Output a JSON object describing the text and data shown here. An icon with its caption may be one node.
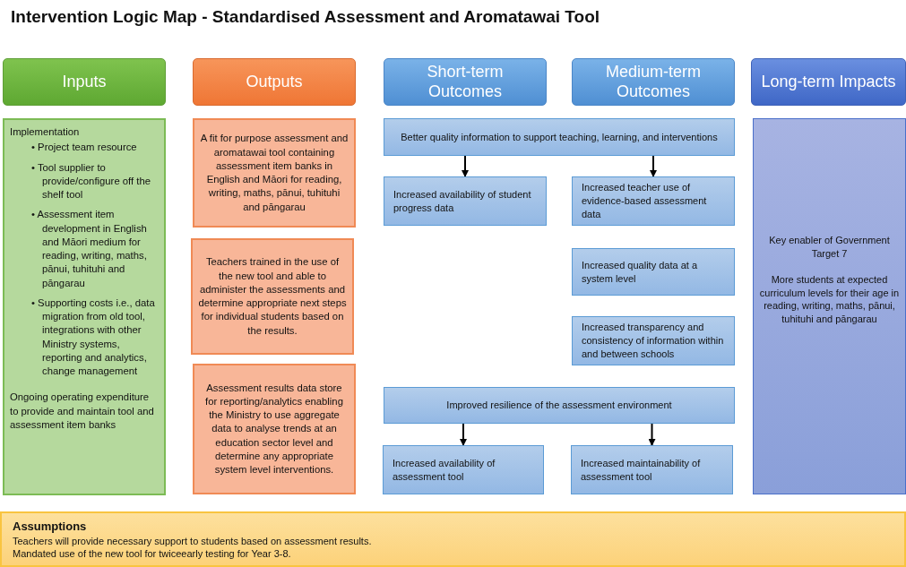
{
  "diagram": {
    "title": "Intervention Logic Map - Standardised Assessment and Aromatawai Tool",
    "nodes": [
      {
        "text": [
          "Inputs"
        ]
      },
      {
        "text": [
          "Outputs"
        ]
      },
      {
        "text": [
          "Short-term Outcomes"
        ]
      },
      {
        "text": [
          "Medium-term Outcomes"
        ]
      },
      {
        "text": [
          "Long-term Impacts"
        ]
      },
      {
        "text": [
          "Implementation",
          "• Project team resource",
          "• Tool supplier to provide/configure off the shelf tool",
          "• Assessment item development in English and Māori medium for reading, writing, maths, pānui, tuhituhi and pāngarau",
          "• Supporting costs i.e., data migration from old tool, integrations with other Ministry systems, reporting and analytics, change management",
          "Ongoing operating expenditure to provide and maintain tool and assessment item banks"
        ]
      },
      {
        "text": [
          "A fit for purpose assessment and aromatawai tool containing assessment item banks in English and Māori for reading, writing, maths, pānui, tuhituhi and pāngarau"
        ]
      },
      {
        "text": [
          "Teachers trained in the use of the new tool and able to administer the assessments and determine appropriate next steps for individual students based on the results."
        ]
      },
      {
        "text": [
          "Assessment results data store for reporting/analytics enabling the Ministry to use aggregate data to analyse trends at an education sector level and determine any appropriate system level interventions."
        ]
      },
      {
        "text": [
          "Better quality information to support teaching, learning, and interventions"
        ]
      },
      {
        "text": [
          "Increased availability of student progress data"
        ]
      },
      {
        "text": [
          "Increased teacher use of evidence-based assessment data"
        ]
      },
      {
        "text": [
          "Increased quality data at a system level"
        ]
      },
      {
        "text": [
          "Increased transparency and consistency of information within and between schools"
        ]
      },
      {
        "text": [
          "Improved resilience of the assessment environment"
        ]
      },
      {
        "text": [
          "Increased availability of assessment tool"
        ]
      },
      {
        "text": [
          "Increased maintainability of assessment tool"
        ]
      },
      {
        "text": [
          "Key enabler of Government Target 7",
          "More students at expected curriculum levels for their age in reading, writing, maths, pānui, tuhituhi and pāngarau"
        ]
      },
      {
        "text": [
          "Assumptions",
          "Teachers will provide necessary support to students based on assessment results.",
          "Mandated use of the new tool for twiceearly testing for Year 3-8."
        ]
      }
    ],
    "edges": [
      {
        "from": 9,
        "to": 10,
        "arrow": "to"
      },
      {
        "from": 9,
        "to": 11,
        "arrow": "to"
      },
      {
        "from": 14,
        "to": 15,
        "arrow": "to"
      },
      {
        "from": 14,
        "to": 16,
        "arrow": "to"
      }
    ]
  }
}
